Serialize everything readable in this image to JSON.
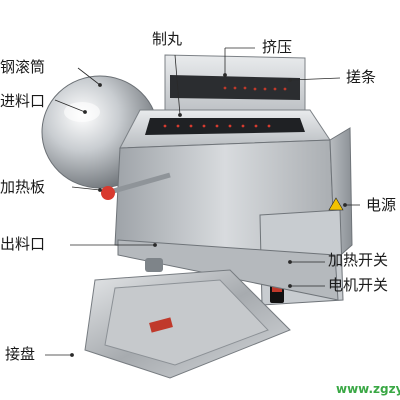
{
  "labels": {
    "drum": "钢滚筒",
    "inlet": "进料口",
    "heating_plate": "加热板",
    "outlet": "出料口",
    "tray": "接盘",
    "pill_making": "制丸",
    "extrusion": "挤压",
    "rolling_strip": "搓条",
    "power": "电源",
    "heating_switch": "加热开关",
    "motor_switch": "电机开关"
  },
  "watermark": "www.zgzy"
}
